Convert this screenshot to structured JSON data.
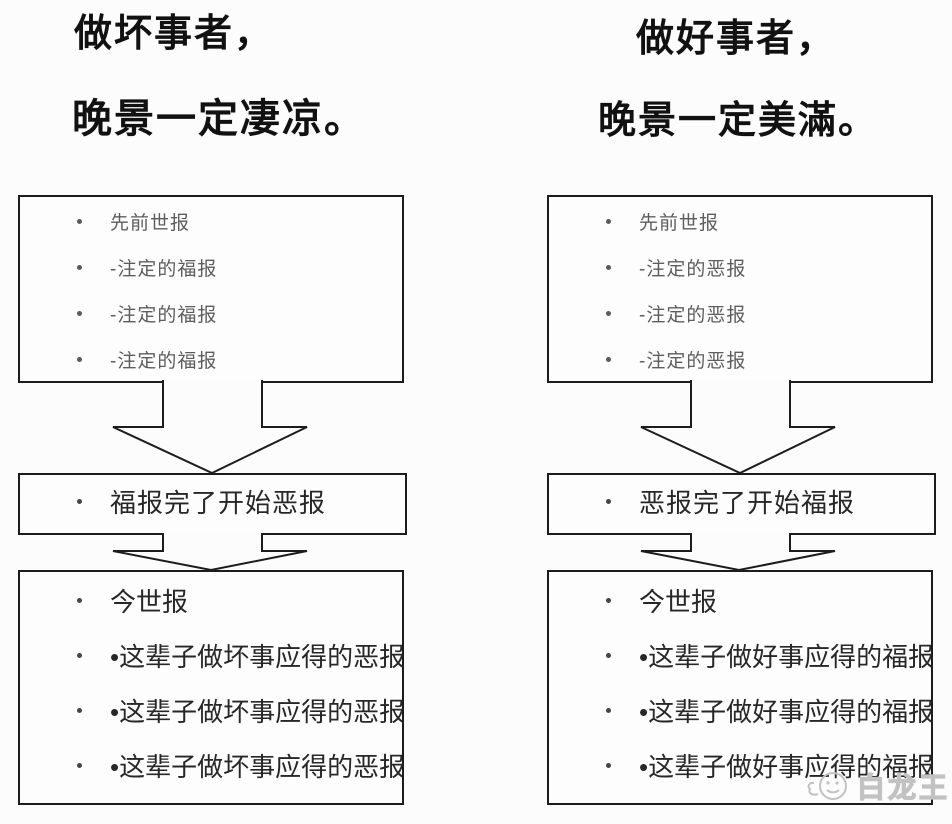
{
  "theme": {
    "bg": "#fcfcfc",
    "box-bg": "#fdfdfd",
    "border": "#1c1c1c",
    "title-color": "#111111",
    "text-strong": "#272727",
    "text-faded": "#5d5d5d",
    "bullet-color": "#454545",
    "watermark-color": "#c2c2c2"
  },
  "left_panel": {
    "title_line1": "做坏事者，",
    "title_line2": "晚景一定凄凉。",
    "past_box_items": [
      "先前世报",
      "-注定的福报",
      "-注定的福报",
      "-注定的福报"
    ],
    "transition_box_items": [
      "福报完了开始恶报"
    ],
    "present_box_items": [
      "今世报",
      "•这辈子做坏事应得的恶报",
      "•这辈子做坏事应得的恶报",
      "•这辈子做坏事应得的恶报"
    ]
  },
  "right_panel": {
    "title_line1": "做好事者，",
    "title_line2": "晚景一定美滿。",
    "past_box_items": [
      "先前世报",
      "-注定的恶报",
      "-注定的恶报",
      "-注定的恶报"
    ],
    "transition_box_items": [
      "恶报完了开始福报"
    ],
    "present_box_items": [
      "今世报",
      "•这辈子做好事应得的福报",
      "•这辈子做好事应得的福报",
      "•这辈子做好事应得的福报"
    ]
  },
  "watermark": {
    "text": "白龙王"
  }
}
